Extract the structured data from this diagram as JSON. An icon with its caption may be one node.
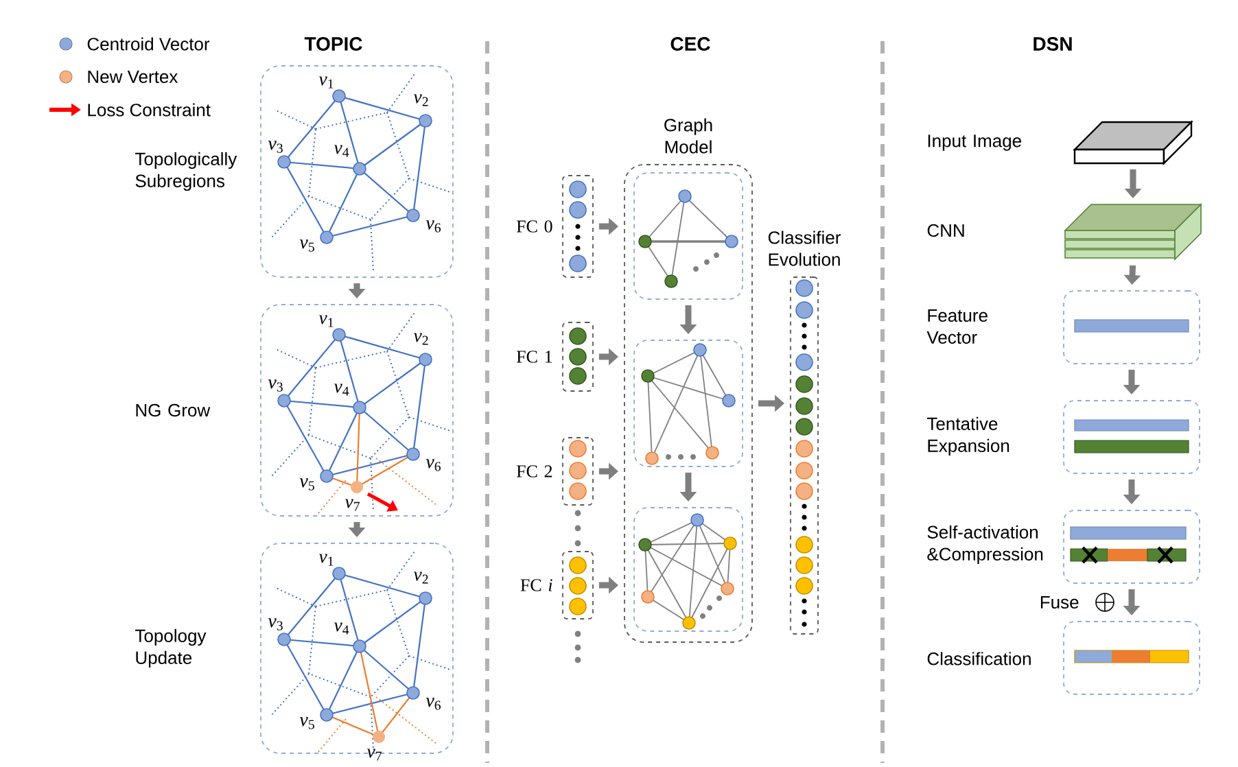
{
  "diagram": {
    "nodes": [
      {
        "text": [],
        "shape": "box",
        "beside": [
          "Topologically Subregions"
        ]
      },
      {
        "text": [],
        "shape": "box",
        "beside": [
          "NG Grow"
        ]
      },
      {
        "text": [],
        "shape": "box",
        "beside": [
          "Topology Update"
        ]
      },
      {
        "text": [],
        "shape": "box",
        "beside": [
          "FC 0"
        ]
      },
      {
        "text": [],
        "shape": "box",
        "beside": [
          "FC 1"
        ]
      },
      {
        "text": [],
        "shape": "box",
        "beside": [
          "FC 2"
        ]
      },
      {
        "text": [],
        "shape": "box",
        "beside": [
          "FC *i*"
        ]
      },
      {
        "text": [
          "Graph Model"
        ]
      },
      {
        "text": [],
        "shape": "box",
        "in": 7
      },
      {
        "text": [],
        "shape": "box",
        "in": 7
      },
      {
        "text": [],
        "shape": "box",
        "in": 7
      },
      {
        "text": [
          "Classifier Evolution"
        ]
      },
      {
        "text": [],
        "shape": "picture"
      },
      {
        "text": [],
        "shape": "picture"
      },
      {
        "text": [],
        "shape": "box"
      },
      {
        "text": [],
        "shape": "box"
      },
      {
        "text": [],
        "shape": "box"
      },
      {
        "text": [],
        "shape": "box"
      }
    ],
    "edges": [
      {
        "from": 0,
        "to": 1,
        "arrow": "to"
      },
      {
        "from": 1,
        "to": 2,
        "arrow": "to"
      },
      {
        "from": 3,
        "to": 7,
        "arrow": "to"
      },
      {
        "from": 4,
        "to": 7,
        "arrow": "to"
      },
      {
        "from": 5,
        "to": 7,
        "arrow": "to"
      },
      {
        "from": 6,
        "to": 7,
        "arrow": "to"
      },
      {
        "from": 8,
        "to": 9,
        "arrow": "to"
      },
      {
        "from": 9,
        "to": 10,
        "arrow": "to"
      },
      {
        "from": 7,
        "to": 11,
        "arrow": "to"
      },
      {
        "from": 12,
        "to": 13,
        "arrow": "to"
      },
      {
        "from": 13,
        "to": 14,
        "arrow": "to"
      },
      {
        "from": 14,
        "to": 15,
        "arrow": "to"
      },
      {
        "from": 15,
        "to": 16,
        "arrow": "to"
      },
      {
        "from": 16,
        "to": 17,
        "arrow": "to",
        "label": "Fuse"
      }
    ],
    "labels": [
      "TOPIC",
      "CEC",
      "DSN",
      "*v*$_{1}$",
      "*v*$_{2}$",
      "*v*$_{3}$",
      "*v*$_{4}$",
      "*v*$_{5}$",
      "*v*$_{6}$",
      "*v*$_{1}$",
      "*v*$_{2}$",
      "*v*$_{3}$",
      "*v*$_{4}$",
      "*v*$_{5}$",
      "*v*$_{6}$",
      "*v*$_{7}$",
      "*v*$_{1}$",
      "*v*$_{2}$",
      "*v*$_{3}$",
      "*v*$_{4}$",
      "*v*$_{5}$",
      "*v*$_{6}$",
      "*v*$_{7}$",
      "Input Image",
      "CNN",
      "Feature Vector",
      "Tentative Expansion",
      "Self-activation &Compression",
      "Classification"
    ],
    "legend": [
      {
        "text": "Centroid Vector",
        "color": "#8eaadb"
      },
      {
        "text": "New Vertex",
        "color": "#f4b183"
      },
      {
        "text": "Loss Constraint"
      }
    ]
  }
}
